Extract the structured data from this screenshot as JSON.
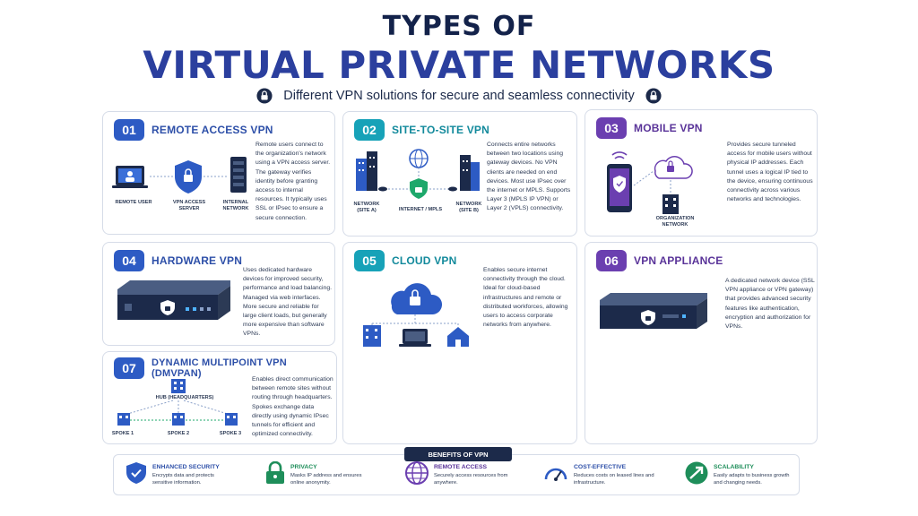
{
  "header": {
    "title_line1": "TYPES OF",
    "title_line2": "VIRTUAL PRIVATE NETWORKS",
    "subtitle": "Different VPN solutions for secure and seamless connectivity"
  },
  "cards": {
    "c1": {
      "num": "01",
      "title": "REMOTE ACCESS VPN",
      "desc": "Remote users connect to the organization's network using a VPN access server. The gateway verifies identity before granting access to internal resources. It typically uses SSL or IPsec to ensure a secure connection.",
      "labels": [
        "REMOTE USER",
        "VPN ACCESS SERVER",
        "INTERNAL NETWORK"
      ]
    },
    "c2": {
      "num": "02",
      "title": "SITE-TO-SITE VPN",
      "desc": "Connects entire networks between two locations using gateway devices. No VPN clients are needed on end devices. Most use IPsec over the internet or MPLS. Supports Layer 3 (MPLS IP VPN) or Layer 2 (VPLS) connectivity.",
      "labels": [
        "NETWORK (SITE A)",
        "INTERNET / MPLS",
        "NETWORK (SITE B)"
      ]
    },
    "c3": {
      "num": "03",
      "title": "MOBILE VPN",
      "desc": "Provides secure tunneled access for mobile users without physical IP addresses. Each tunnel uses a logical IP tied to the device, ensuring continuous connectivity across various networks and technologies.",
      "labels": [
        "ORGANIZATION NETWORK"
      ]
    },
    "c4": {
      "num": "04",
      "title": "HARDWARE VPN",
      "desc": "Uses dedicated hardware devices for improved security, performance and load balancing. Managed via web interfaces. More secure and reliable for large client loads, but generally more expensive than software VPNs."
    },
    "c5": {
      "num": "05",
      "title": "CLOUD VPN",
      "desc": "Enables secure internet connectivity through the cloud. Ideal for cloud-based infrastructures and remote or distributed workforces, allowing users to access corporate networks from anywhere."
    },
    "c6": {
      "num": "06",
      "title": "VPN APPLIANCE",
      "desc": "A dedicated network device (SSL VPN appliance or VPN gateway) that provides advanced security features like authentication, encryption and authorization for VPNs."
    },
    "c7": {
      "num": "07",
      "title_line1": "DYNAMIC MULTIPOINT VPN",
      "title_line2": "(DMVPAN)",
      "desc": "Enables direct communication between remote sites without routing through headquarters. Spokes exchange data directly using dynamic IPsec tunnels for efficient and optimized connectivity.",
      "labels": [
        "HUB (HEADQUARTERS)",
        "SPOKE 1",
        "SPOKE 2",
        "SPOKE 3"
      ]
    }
  },
  "benefits": {
    "title": "BENEFITS OF VPN",
    "items": [
      {
        "title": "ENHANCED SECURITY",
        "desc": "Encrypts data and protects sensitive information."
      },
      {
        "title": "PRIVACY",
        "desc": "Masks IP address and ensures online anonymity."
      },
      {
        "title": "REMOTE ACCESS",
        "desc": "Securely access resources from anywhere."
      },
      {
        "title": "COST-EFFECTIVE",
        "desc": "Reduces costs on leased lines and infrastructure."
      },
      {
        "title": "SCALABILITY",
        "desc": "Easily adapts to business growth and changing needs."
      }
    ]
  },
  "colors": {
    "blue": "#2d5bc4",
    "teal": "#17a2b8",
    "purple": "#6b3fb0",
    "navy": "#1c2a4a",
    "green": "#1e8e5a"
  }
}
